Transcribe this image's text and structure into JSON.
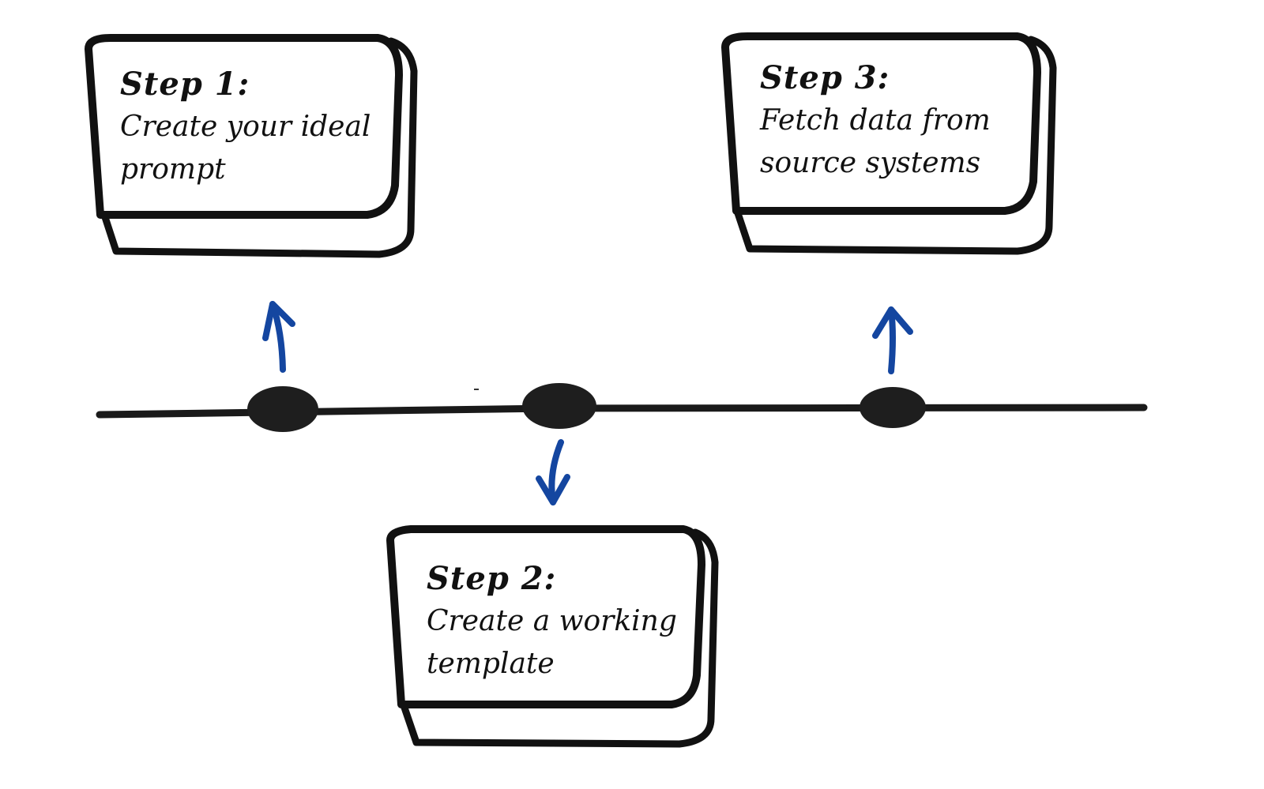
{
  "colors": {
    "ink": "#111111",
    "accent": "#1446a0",
    "background": "#ffffff"
  },
  "steps": [
    {
      "title": "Step 1:",
      "text": "Create your ideal\nprompt",
      "arrow": "up"
    },
    {
      "title": "Step 2:",
      "text": "Create a working\ntemplate",
      "arrow": "down"
    },
    {
      "title": "Step 3:",
      "text": "Fetch data from\nsource systems",
      "arrow": "up"
    }
  ]
}
